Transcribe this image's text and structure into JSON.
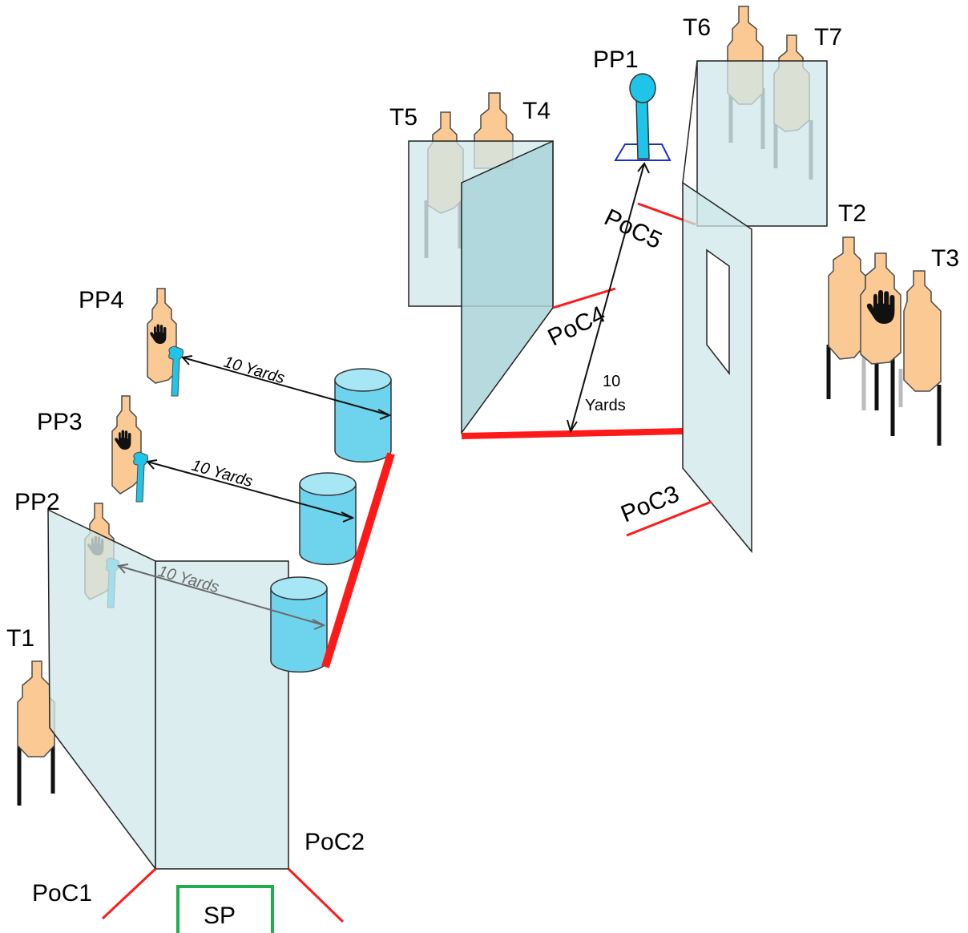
{
  "labels": {
    "sp": "SP",
    "poc1": "PoC1",
    "poc2": "PoC2",
    "poc3": "PoC3",
    "poc4": "PoC4",
    "poc5": "PoC5",
    "pp1": "PP1",
    "pp2": "PP2",
    "pp3": "PP3",
    "pp4": "PP4",
    "t1": "T1",
    "t2": "T2",
    "t3": "T3",
    "t4": "T4",
    "t5": "T5",
    "t6": "T6",
    "t7": "T7"
  },
  "distances": {
    "pp4": "10 Yards",
    "pp3": "10 Yards",
    "pp2": "10 Yards",
    "pp1_value": "10",
    "pp1_unit": "Yards"
  },
  "colors": {
    "target_fill": "#fbc993",
    "target_stroke": "#4a4a4a",
    "wall_fill": "#cfe7ea",
    "wall_fill_dark": "#a9d3d8",
    "wall_stroke": "#222222",
    "barrel_fill": "#6ed3ec",
    "popper_fill": "#20c4e8",
    "fault_line": "#ff1a1a",
    "start_box": "#1fae4b",
    "popper_base": "#1a2fd1",
    "leg": "#111111",
    "leg_grey": "#bbbbbb"
  }
}
